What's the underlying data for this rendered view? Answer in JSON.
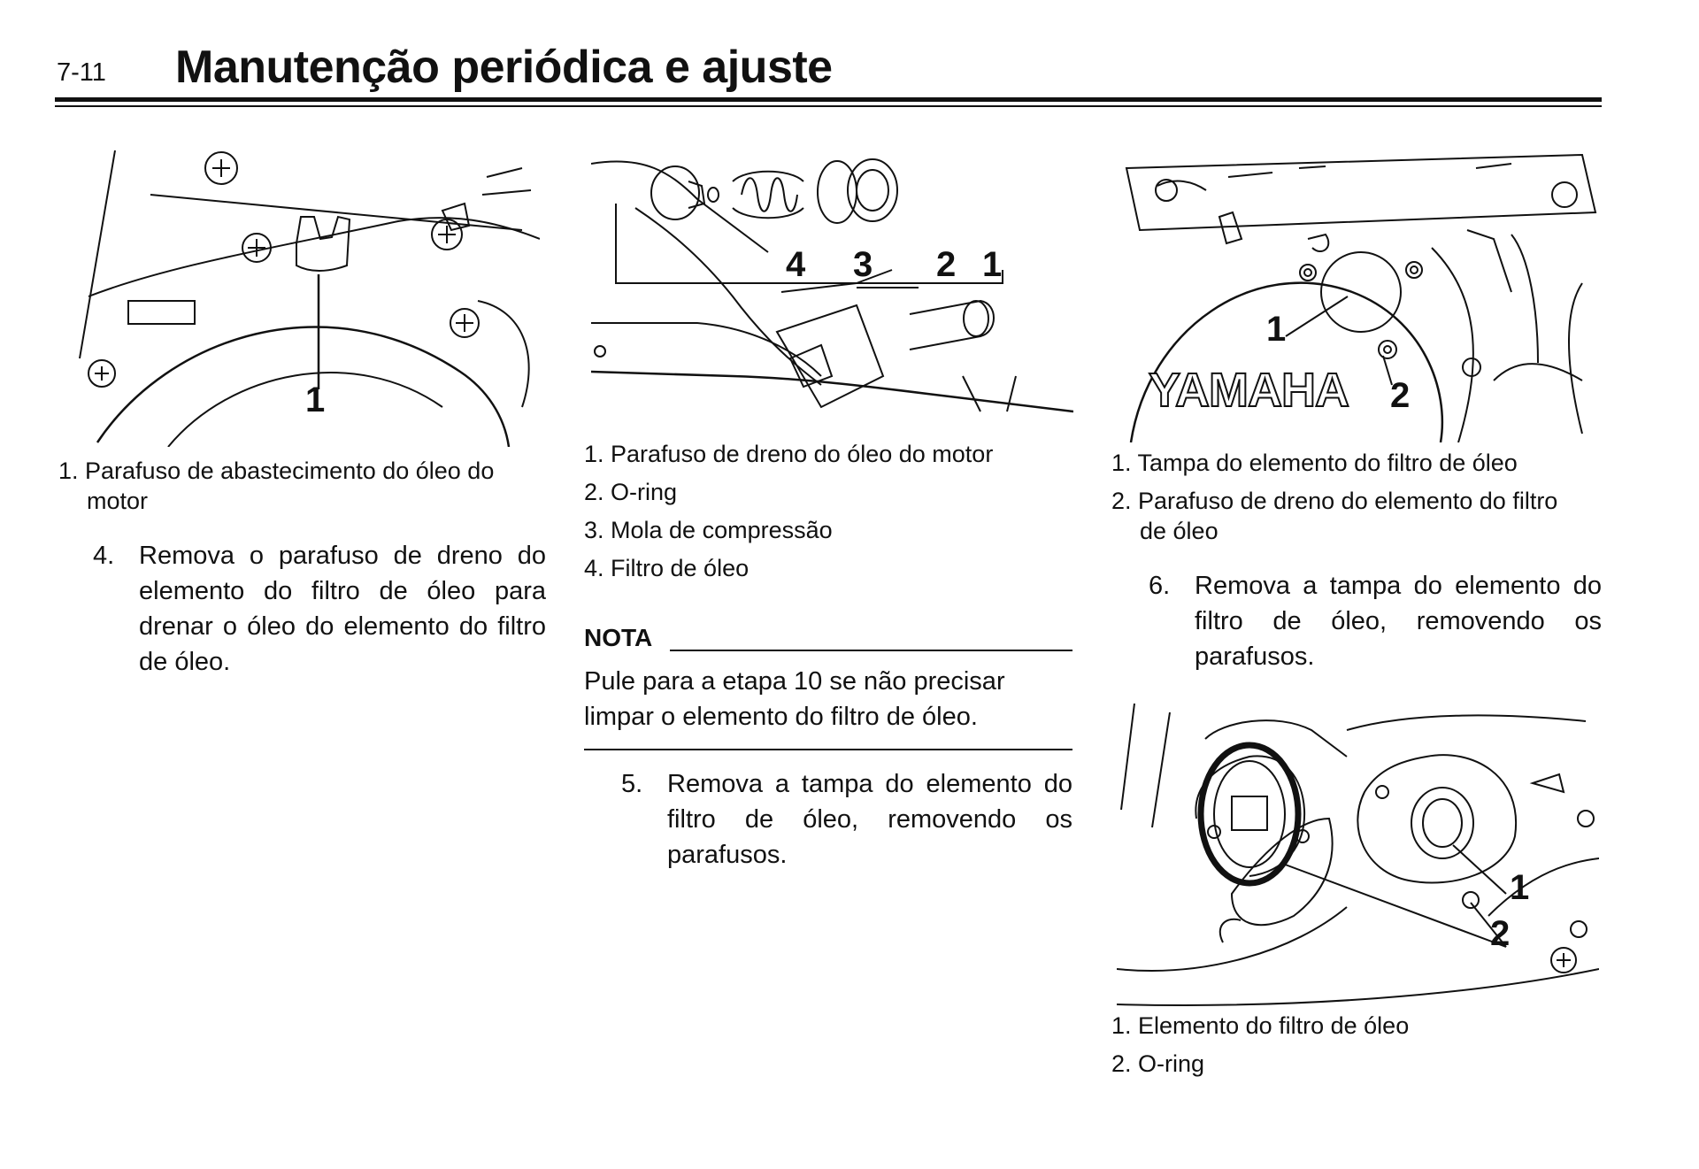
{
  "header": {
    "page_number": "7-11",
    "title": "Manutenção periódica e ajuste"
  },
  "figures": {
    "fig1": {
      "labels": [
        "1"
      ]
    },
    "fig2": {
      "labels": [
        "4",
        "3",
        "2",
        "1"
      ]
    },
    "fig3": {
      "labels": [
        "1",
        "2"
      ],
      "brand": "YAMAHA"
    },
    "fig4": {
      "labels": [
        "1",
        "2"
      ]
    }
  },
  "captions": {
    "fig1": [
      "1. Parafuso de abastecimento do óleo do motor"
    ],
    "fig2": [
      "1. Parafuso de dreno do óleo do motor",
      "2. O-ring",
      "3. Mola de compressão",
      "4. Filtro de óleo"
    ],
    "fig3": [
      "1. Tampa do elemento do filtro de óleo",
      "2. Parafuso de dreno do elemento do filtro de óleo"
    ],
    "fig4": [
      "1. Elemento do filtro de óleo",
      "2. O-ring"
    ]
  },
  "steps": [
    {
      "number": "4.",
      "text": "Remova o parafuso de dreno do elemento do filtro de óleo para drenar o óleo do elemento do filtro de óleo."
    },
    {
      "number": "5.",
      "text": "Remova a tampa do elemento do filtro de óleo, removendo os parafusos."
    },
    {
      "number": "6.",
      "text": "Remova a tampa do elemento do filtro de óleo, removendo os parafusos."
    }
  ],
  "note": {
    "heading": "NOTA",
    "text": "Pule para a etapa 10 se não precisar limpar o elemento do filtro de óleo."
  }
}
